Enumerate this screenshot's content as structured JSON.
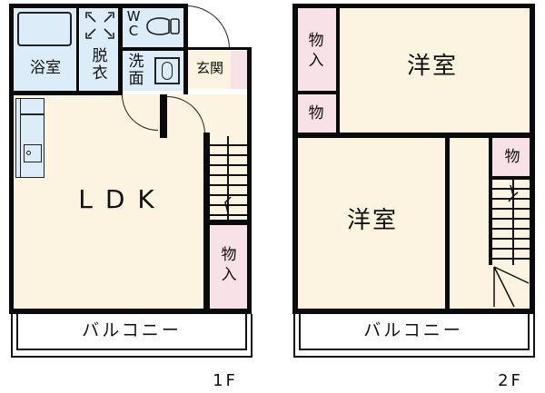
{
  "plan": {
    "floors": [
      {
        "id": "1F",
        "label": "1F",
        "rooms": {
          "bath": "浴室",
          "dressing": "脱\n衣",
          "wc": "W\nC",
          "washroom": "洗\n面",
          "entrance": "玄関",
          "ldk": "LDK",
          "storage": "物\n入"
        },
        "balcony": "バルコニー"
      },
      {
        "id": "2F",
        "label": "2F",
        "rooms": {
          "western_room_1": "洋室",
          "western_room_2": "洋室",
          "storage_1": "物\n入",
          "storage_2": "物",
          "storage_3": "物"
        },
        "balcony": "バルコニー"
      }
    ],
    "colors": {
      "wall": "#0a0a0a",
      "living": "#fdf3e1",
      "wet_area": "#dcecf8",
      "storage": "#f9e1e8"
    }
  }
}
